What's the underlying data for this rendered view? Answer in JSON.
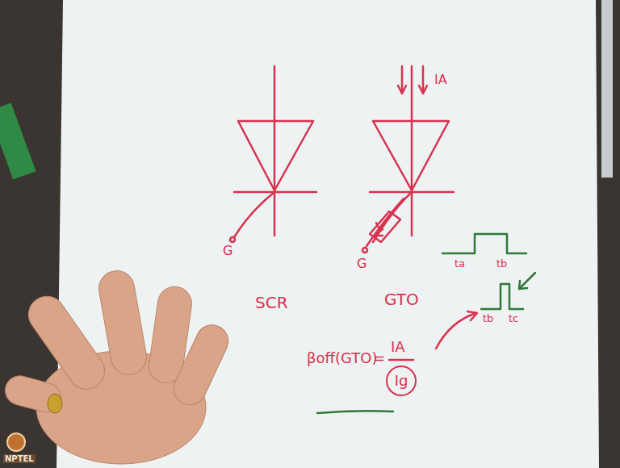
{
  "diagram": {
    "nodes": [
      {
        "text": [
          "Ig"
        ]
      }
    ],
    "labels": [
      "G",
      "SCR",
      "IA",
      "G",
      "GTO",
      "ta",
      "tb",
      "tb",
      "tc",
      "βoff(GTO)",
      "=",
      "IA",
      "NPTEL"
    ]
  }
}
